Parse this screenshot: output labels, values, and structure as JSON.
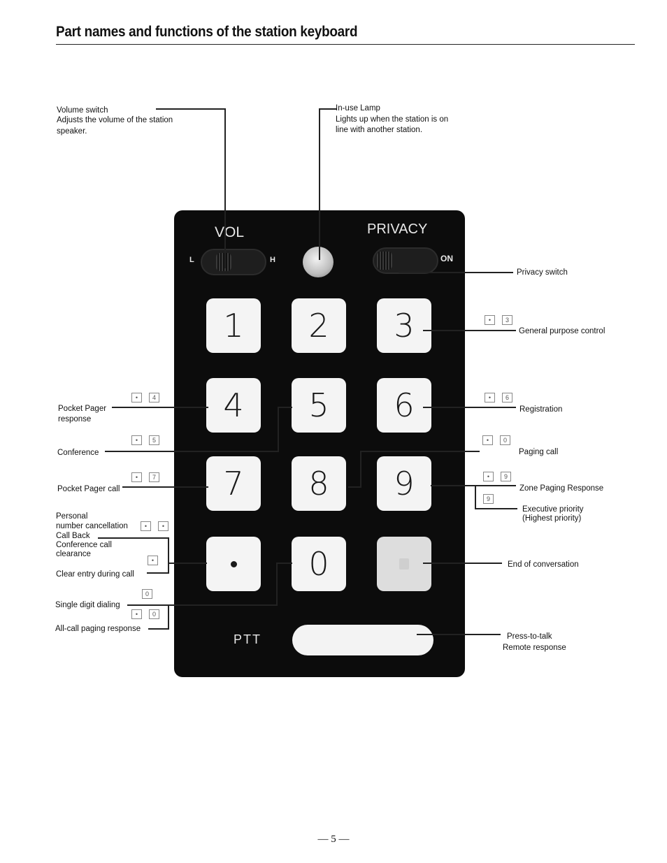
{
  "title": "Part names and functions of the station keyboard",
  "keyboard": {
    "vol_label": "VOL",
    "vol_low": "L",
    "vol_high": "H",
    "privacy_label": "PRIVACY",
    "privacy_on": "ON",
    "ptt_label": "PTT",
    "keys": [
      "1",
      "2",
      "3",
      "4",
      "5",
      "6",
      "7",
      "8",
      "9",
      "0"
    ]
  },
  "callouts": {
    "volume_switch": "Volume switch",
    "volume_desc_1": "Adjusts the volume of the station",
    "volume_desc_2": "speaker.",
    "lamp_title": "In-use Lamp",
    "lamp_desc_1": "Lights up when the station is on",
    "lamp_desc_2": "line with another station.",
    "privacy_switch": "Privacy switch",
    "general_purpose": "General purpose control",
    "pocket_pager_response_1": "Pocket Pager",
    "pocket_pager_response_2": "response",
    "registration": "Registration",
    "conference": "Conference",
    "paging_call": "Paging call",
    "pocket_pager_call": "Pocket Pager call",
    "zone_paging_response": "Zone Paging Response",
    "executive_priority": "Executive priority",
    "highest_priority": "(Highest priority)",
    "personal_1": "Personal",
    "personal_2": "number cancellation",
    "call_back": "Call Back",
    "conference_clearance_1": "Conference call",
    "conference_clearance_2": "clearance",
    "end_conversation": "End of conversation",
    "clear_entry": "Clear entry during call",
    "single_digit": "Single digit dialing",
    "all_call": "All-call paging response",
    "press_to_talk": "Press-to-talk",
    "remote_response": "Remote response"
  },
  "badges": {
    "dot": "•",
    "b3": "3",
    "b4": "4",
    "b5": "5",
    "b6": "6",
    "b7": "7",
    "b9": "9",
    "b0": "0"
  },
  "page_number": "— 5 —"
}
